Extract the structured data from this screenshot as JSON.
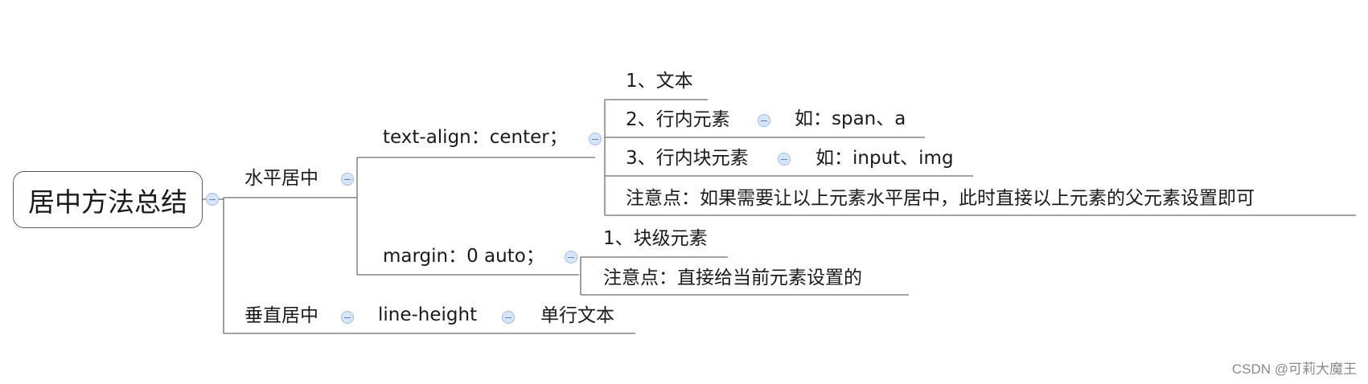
{
  "root": {
    "label": "居中方法总结"
  },
  "horizontal": {
    "label": "水平居中",
    "text_align": {
      "label": "text-align：center；",
      "items": [
        {
          "label": "1、文本"
        },
        {
          "label": "2、行内元素",
          "example": "如：span、a"
        },
        {
          "label": "3、行内块元素",
          "example": "如：input、img"
        },
        {
          "label": "注意点：如果需要让以上元素水平居中，此时直接以上元素的父元素设置即可"
        }
      ]
    },
    "margin": {
      "label": "margin：0 auto；",
      "items": [
        {
          "label": "1、块级元素"
        },
        {
          "label": "注意点：直接给当前元素设置的"
        }
      ]
    }
  },
  "vertical": {
    "label": "垂直居中",
    "line_height": {
      "label": "line-height",
      "child": "单行文本"
    }
  },
  "watermark": "CSDN @可莉大魔王"
}
